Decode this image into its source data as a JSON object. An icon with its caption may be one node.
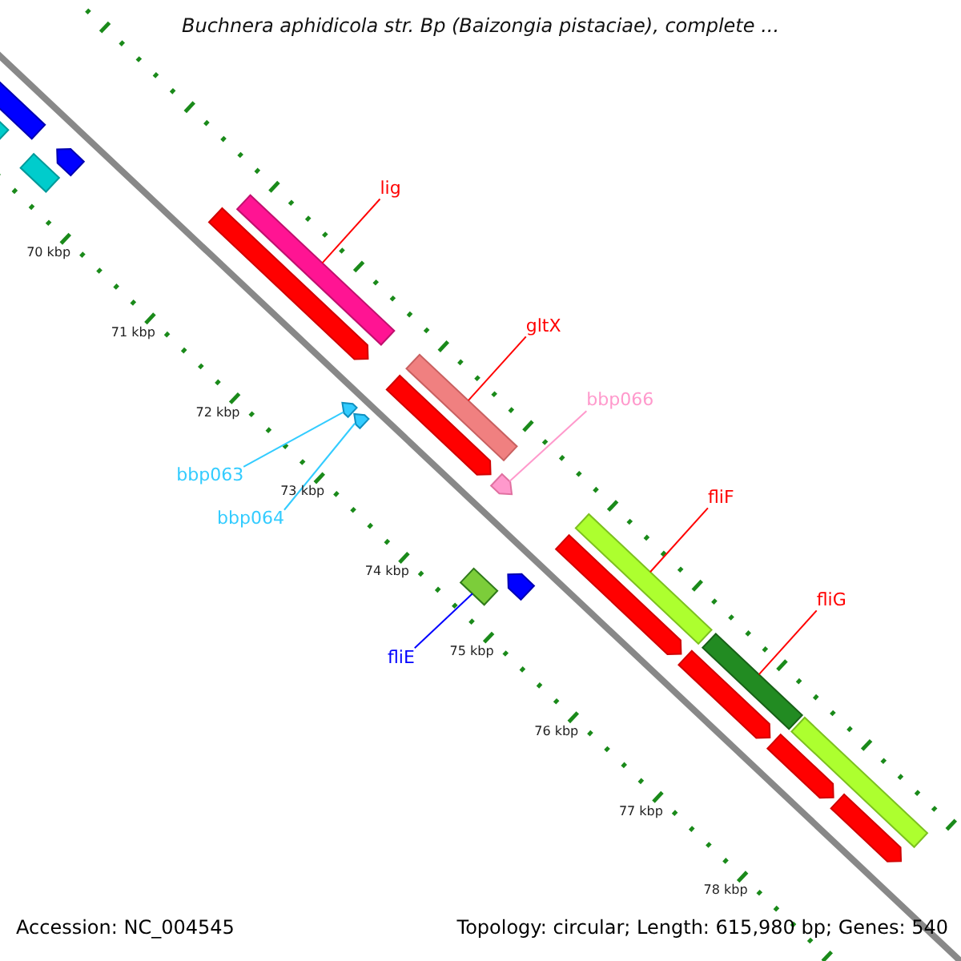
{
  "diagram": {
    "title": "Buchnera aphidicola str. Bp (Baizongia pistaciae), complete ...",
    "nodes": [
      {
        "text": [
          "lig"
        ]
      },
      {
        "text": [],
        "shape": "bar"
      },
      {
        "text": [
          "gltX"
        ]
      },
      {
        "text": [],
        "shape": "bar"
      },
      {
        "text": [
          "bbp066"
        ]
      },
      {
        "text": [],
        "shape": "pentagon"
      },
      {
        "text": [
          "bbp063"
        ]
      },
      {
        "text": [
          "bbp064"
        ]
      },
      {
        "text": [],
        "shape": "pentagon"
      },
      {
        "text": [],
        "shape": "pentagon"
      },
      {
        "text": [
          "fliF"
        ]
      },
      {
        "text": [],
        "shape": "bar"
      },
      {
        "text": [
          "fliG"
        ]
      },
      {
        "text": [],
        "shape": "bar"
      },
      {
        "text": [
          "fliE"
        ]
      },
      {
        "text": [],
        "shape": "bar"
      },
      {
        "text": [],
        "shape": "bar"
      },
      {
        "text": [],
        "shape": "bar"
      },
      {
        "text": [],
        "shape": "bar"
      },
      {
        "text": [],
        "shape": "pentagon"
      },
      {
        "text": [],
        "shape": "pentagon"
      },
      {
        "text": [],
        "shape": "pentagon"
      },
      {
        "text": [],
        "shape": "pentagon"
      },
      {
        "text": [],
        "shape": "pentagon"
      },
      {
        "text": [],
        "shape": "pentagon"
      },
      {
        "text": [],
        "shape": "pentagon"
      },
      {
        "text": [],
        "shape": "bar"
      },
      {
        "text": [],
        "shape": "pentagon"
      }
    ],
    "edges": [
      {
        "from": 0,
        "to": 1,
        "arrow": "none"
      },
      {
        "from": 2,
        "to": 3,
        "arrow": "none"
      },
      {
        "from": 4,
        "to": 5,
        "arrow": "none",
        "color": "#ff99cc"
      },
      {
        "from": 6,
        "to": 8,
        "arrow": "none",
        "color": "#33ccff"
      },
      {
        "from": 7,
        "to": 9,
        "arrow": "none",
        "color": "#33ccff"
      },
      {
        "from": 10,
        "to": 11,
        "arrow": "none"
      },
      {
        "from": 12,
        "to": 13,
        "arrow": "none"
      },
      {
        "from": 14,
        "to": 15,
        "arrow": "none",
        "color": "#0000ff"
      }
    ],
    "labels": [
      "70 kbp",
      "71 kbp",
      "72 kbp",
      "73 kbp",
      "74 kbp",
      "75 kbp",
      "76 kbp",
      "77 kbp",
      "78 kbp",
      "Accession: NC_004545",
      "Topology: circular; Length: 615,980 bp; Genes: 540"
    ]
  }
}
